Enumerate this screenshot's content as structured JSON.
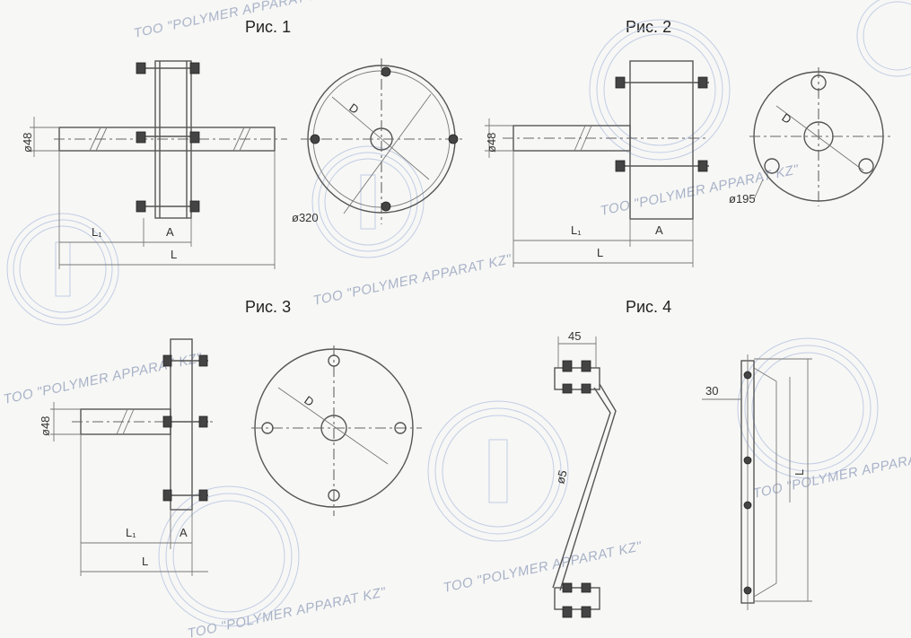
{
  "figures": [
    {
      "caption": "Рис.  1"
    },
    {
      "caption": "Рис.  2"
    },
    {
      "caption": "Рис.  3"
    },
    {
      "caption": "Рис.  4"
    }
  ],
  "dimensions": {
    "fig1": {
      "pipe_diam": "ø48",
      "flange_diam": "ø320",
      "L1": "L₁",
      "A": "A",
      "L": "L",
      "D": "D"
    },
    "fig2": {
      "pipe_diam": "ø48",
      "flange_diam": "ø195",
      "L1": "L₁",
      "A": "A",
      "L": "L",
      "D": "D"
    },
    "fig3": {
      "pipe_diam": "ø48",
      "L1": "L₁",
      "A": "A",
      "L": "L",
      "D": "D"
    },
    "fig4": {
      "width_top": "45",
      "angle_diam": "ø5",
      "offset": "30",
      "L": "L"
    }
  },
  "watermark": {
    "text": "TOO \"POLYMER  APPARAT KZ\""
  },
  "colors": {
    "line": "#555555",
    "watermark": "#9aa6c0"
  }
}
